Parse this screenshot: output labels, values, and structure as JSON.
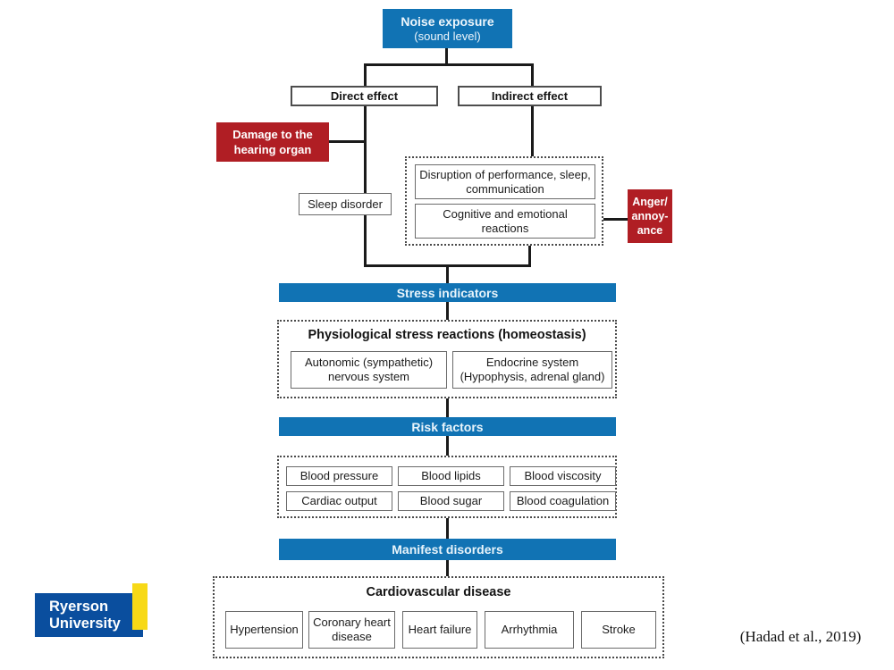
{
  "slide": {
    "flowchart": {
      "noise_box": {
        "title": "Noise exposure",
        "subtitle": "(sound level)"
      },
      "direct_effect": "Direct effect",
      "indirect_effect": "Indirect effect",
      "damage_box": "Damage to the hearing organ",
      "sleep_disorder": "Sleep disorder",
      "disruption_box": "Disruption of performance, sleep, communication",
      "cognitive_box": "Cognitive and emotional reactions",
      "anger_box": "Anger/\nannoy-\nance",
      "stress_bar": "Stress indicators",
      "physiological": {
        "title": "Physiological stress reactions (homeostasis)",
        "autonomic": "Autonomic (sympathetic) nervous system",
        "endocrine": "Endocrine system (Hypophysis, adrenal gland)"
      },
      "risk_bar": "Risk factors",
      "risk_items": [
        "Blood pressure",
        "Blood lipids",
        "Blood viscosity",
        "Cardiac output",
        "Blood sugar",
        "Blood coagulation"
      ],
      "manifest_bar": "Manifest disorders",
      "cardiovascular": {
        "title": "Cardiovascular disease",
        "items": [
          "Hypertension",
          "Coronary heart disease",
          "Heart failure",
          "Arrhythmia",
          "Stroke"
        ]
      }
    },
    "footer": {
      "logo_line1": "Ryerson",
      "logo_line2": "University",
      "citation": "(Hadad et al., 2019)"
    },
    "colors": {
      "bar_blue": "#1173b4",
      "accent_red": "#b01e24",
      "logo_blue": "#0a4e9e",
      "logo_yellow": "#f7d917"
    }
  }
}
